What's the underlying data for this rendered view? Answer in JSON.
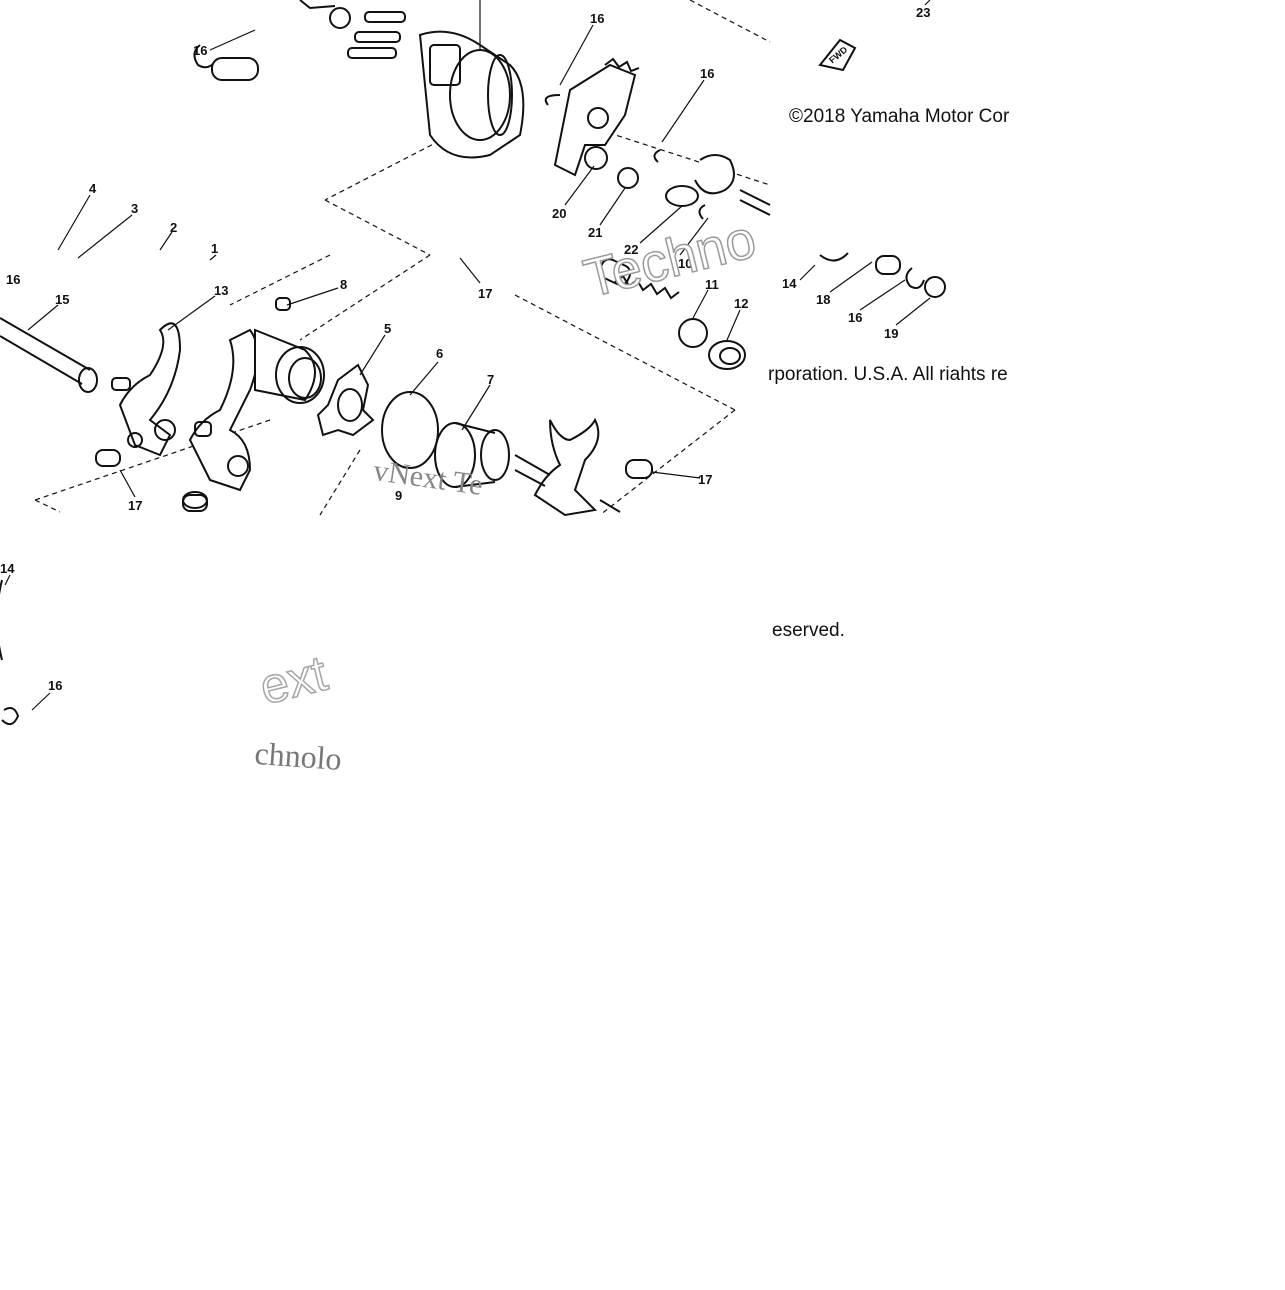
{
  "diagram": {
    "callouts": [
      "16",
      "4",
      "3",
      "2",
      "1",
      "16",
      "15",
      "13",
      "8",
      "5",
      "6",
      "7",
      "17",
      "9",
      "17",
      "16",
      "16",
      "20",
      "21",
      "22",
      "10",
      "11",
      "12",
      "14",
      "18",
      "16",
      "19",
      "23",
      "14",
      "16",
      "17"
    ],
    "badge_text": "FWD"
  },
  "copyright": {
    "line1": "©2018 Yamaha Motor Cor",
    "line2": "rporation. U.S.A. All riahts re",
    "line3": "eserved."
  },
  "watermark": {
    "fragments": [
      "Techno",
      "vNext Te",
      "ext",
      "chnolo"
    ]
  }
}
